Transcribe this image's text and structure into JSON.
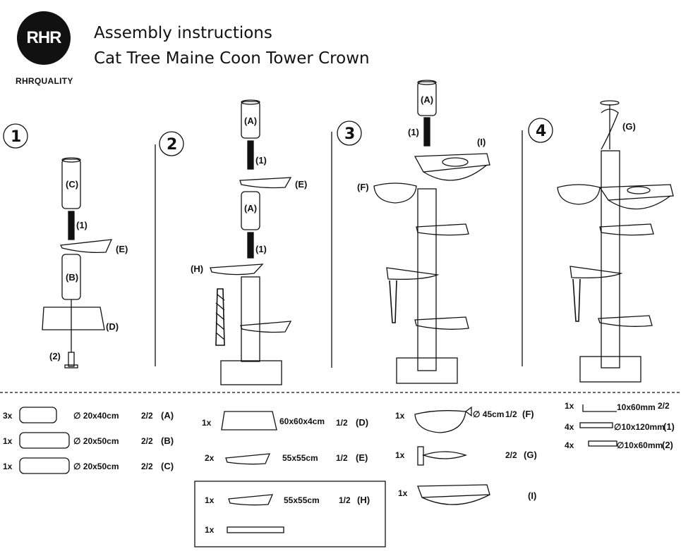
{
  "header": {
    "logo_text": "RHR",
    "brand": "RHRQUALITY",
    "title_line1": "Assembly instructions",
    "title_line2": "Cat Tree Maine Coon Tower Crown"
  },
  "steps": [
    {
      "number": "1",
      "labels": [
        "(C)",
        "(1)",
        "(E)",
        "(B)",
        "(D)",
        "(2)"
      ]
    },
    {
      "number": "2",
      "labels": [
        "(A)",
        "(1)",
        "(E)",
        "(A)",
        "(1)",
        "(H)"
      ]
    },
    {
      "number": "3",
      "labels": [
        "(A)",
        "(1)",
        "(I)",
        "(F)"
      ]
    },
    {
      "number": "4",
      "labels": [
        "(G)"
      ]
    }
  ],
  "parts": [
    {
      "qty": "3x",
      "spec": "∅ 20x40cm",
      "fraction": "2/2",
      "code": "(A)"
    },
    {
      "qty": "1x",
      "spec": "∅ 20x50cm",
      "fraction": "2/2",
      "code": "(B)"
    },
    {
      "qty": "1x",
      "spec": "∅ 20x50cm",
      "fraction": "2/2",
      "code": "(C)"
    },
    {
      "qty": "1x",
      "spec": "60x60x4cm",
      "fraction": "1/2",
      "code": "(D)"
    },
    {
      "qty": "2x",
      "spec": "55x55cm",
      "fraction": "1/2",
      "code": "(E)"
    },
    {
      "qty": "1x",
      "spec": "55x55cm",
      "fraction": "1/2",
      "code": "(H)"
    },
    {
      "qty": "1x",
      "spec": "",
      "fraction": "",
      "code": ""
    },
    {
      "qty": "1x",
      "spec": "∅ 45cm",
      "fraction": "1/2",
      "code": "(F)"
    },
    {
      "qty": "1x",
      "spec": "",
      "fraction": "2/2",
      "code": "(G)"
    },
    {
      "qty": "1x",
      "spec": "",
      "fraction": "",
      "code": "(I)"
    },
    {
      "qty": "1x",
      "spec": "10x60mm",
      "fraction": "2/2",
      "code": ""
    },
    {
      "qty": "4x",
      "spec": "∅10x120mm",
      "fraction": "",
      "code": "(1)"
    },
    {
      "qty": "4x",
      "spec": "∅10x60mm",
      "fraction": "",
      "code": "(2)"
    }
  ]
}
